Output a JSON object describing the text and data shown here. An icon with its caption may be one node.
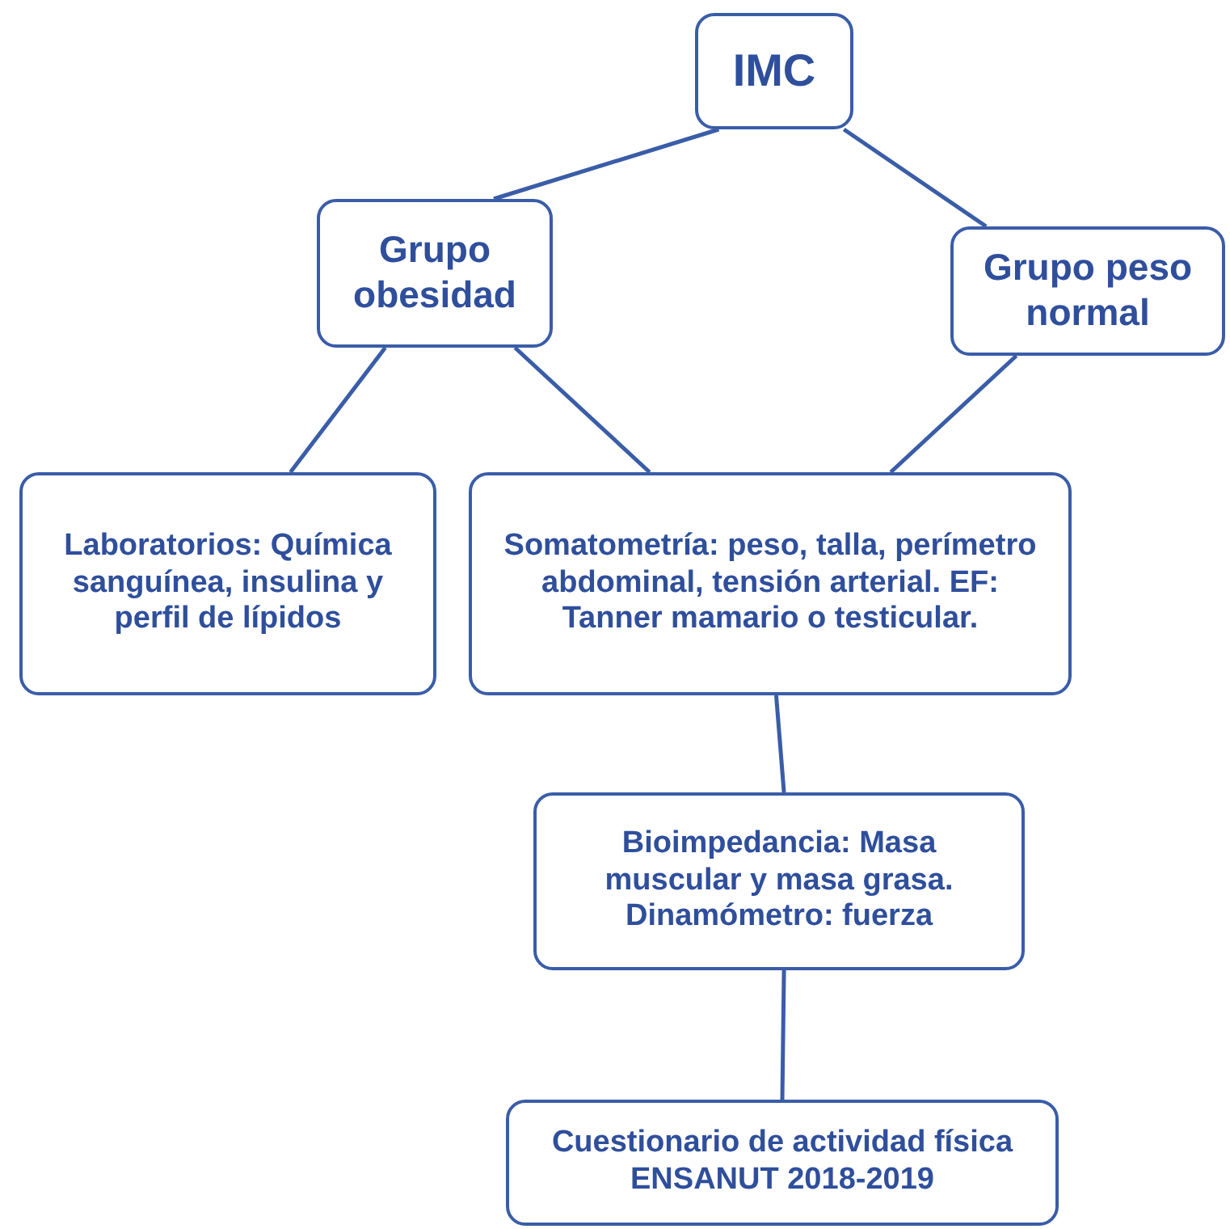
{
  "diagram": {
    "nodes": [
      {
        "text": [
          "IMC"
        ]
      },
      {
        "text": [
          "Grupo obesidad"
        ]
      },
      {
        "text": [
          "Grupo peso normal"
        ]
      },
      {
        "text": [
          "Laboratorios: Química sanguínea, insulina y perfil de lípidos"
        ]
      },
      {
        "text": [
          "Somatometría: peso, talla, perímetro abdominal, tensión arterial. EF: Tanner mamario o testicular."
        ]
      },
      {
        "text": [
          "Bioimpedancia: Masa muscular y masa grasa. Dinamómetro: fuerza"
        ]
      },
      {
        "text": [
          "Cuestionario de actividad física ENSANUT 2018-2019"
        ]
      }
    ],
    "edges": [
      {
        "from": 0,
        "to": 1,
        "arrow": "none"
      },
      {
        "from": 0,
        "to": 2,
        "arrow": "none"
      },
      {
        "from": 1,
        "to": 3,
        "arrow": "none"
      },
      {
        "from": 1,
        "to": 4,
        "arrow": "none"
      },
      {
        "from": 2,
        "to": 4,
        "arrow": "none"
      },
      {
        "from": 4,
        "to": 5,
        "arrow": "none"
      },
      {
        "from": 5,
        "to": 6,
        "arrow": "none"
      }
    ]
  }
}
